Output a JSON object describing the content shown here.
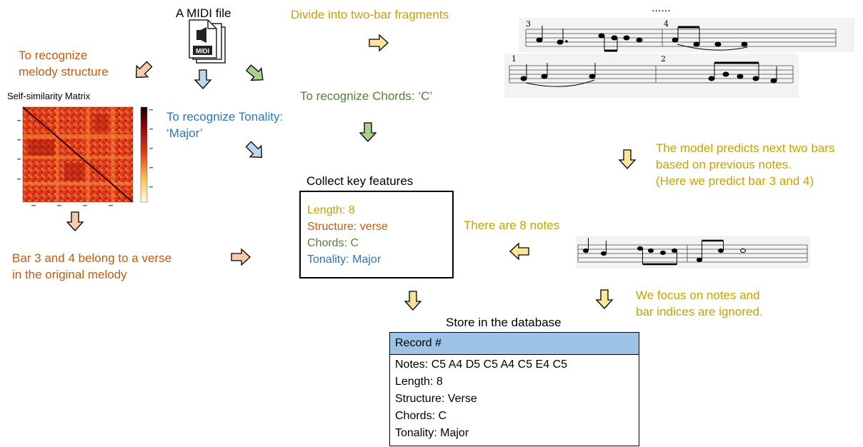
{
  "midi": {
    "title": "A MIDI file",
    "icon_label": "MIDI"
  },
  "steps": {
    "divide": "Divide into two-bar fragments",
    "ellipsis": "......",
    "melody": [
      "To recognize",
      "melody structure"
    ],
    "chords": "To recognize Chords: ‘C’",
    "tonality": [
      "To recognize Tonality:",
      "‘Major’"
    ],
    "predict": [
      "The model predicts next two bars",
      "based on previous notes.",
      "(Here we predict bar 3 and 4)"
    ],
    "eight_notes": "There are 8 notes",
    "focus": [
      "We focus on notes and",
      "bar indices are ignored."
    ],
    "verse": [
      "Bar 3 and 4 belong to a verse",
      "in the original melody"
    ]
  },
  "ssm": {
    "title": "Self-similarity Matrix"
  },
  "features": {
    "title": "Collect key features",
    "length": "Length: 8",
    "structure": "Structure: verse",
    "chords": "Chords: C",
    "tonality": "Tonality: Major"
  },
  "database": {
    "title": "Store in the database",
    "header": "Record #",
    "notes": "Notes: C5 A4 D5 C5 A4 C5 E4 C5",
    "length": "Length: 8",
    "structure": "Structure: Verse",
    "chords": "Chords: C",
    "tonality": "Tonality: Major"
  },
  "score": {
    "bar_numbers": [
      "3",
      "4",
      "1",
      "2"
    ]
  },
  "colors": {
    "orange": "#C55A11",
    "gold": "#C8A200",
    "green": "#548235",
    "blue": "#2E75B6",
    "record_header": "#9DC3E6"
  }
}
